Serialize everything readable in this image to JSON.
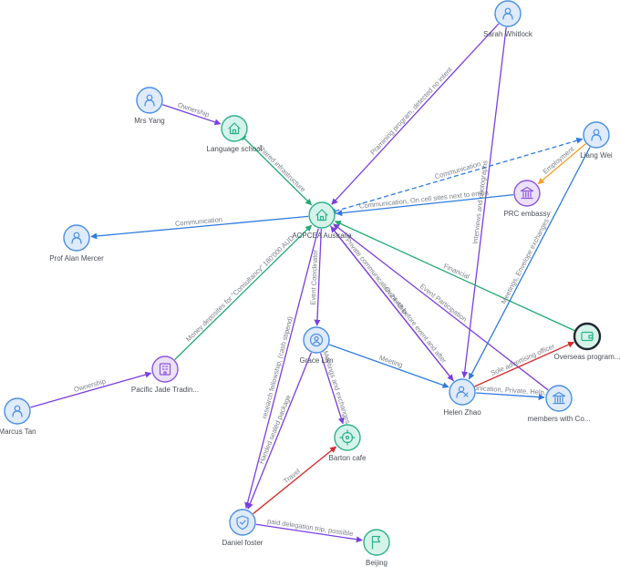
{
  "colors": {
    "person_stroke": "#4a90e2",
    "person_fill": "#dfeafb",
    "org_stroke": "#2bb38a",
    "org_fill": "#d6f3ea",
    "inst_stroke": "#8b56dc",
    "inst_fill": "#ece1fb",
    "edge_blue": "#2e7be0",
    "edge_purple": "#7a3fe0",
    "edge_green": "#1faa72",
    "edge_orange": "#f2a12a",
    "edge_red": "#d42a2a",
    "label": "#4a4f57",
    "edge_label": "#7a7f88"
  },
  "nodes": [
    {
      "id": "sarah",
      "label": "Sarah Whitlock",
      "kind": "person",
      "icon": "person-icon"
    },
    {
      "id": "mrsyang",
      "label": "Mrs Yang",
      "kind": "person",
      "icon": "person-icon"
    },
    {
      "id": "langschool",
      "label": "Language school",
      "kind": "org",
      "icon": "home-icon"
    },
    {
      "id": "liangwei",
      "label": "Liang Wei",
      "kind": "person",
      "icon": "person-icon"
    },
    {
      "id": "prc",
      "label": "PRC embassy",
      "kind": "inst",
      "icon": "bank-icon"
    },
    {
      "id": "acpcea",
      "label": "ACPCEA Australia",
      "kind": "org",
      "icon": "home-icon"
    },
    {
      "id": "alan",
      "label": "Prof Alan Mercer",
      "kind": "person",
      "icon": "person-icon"
    },
    {
      "id": "overseas",
      "label": "Overseas program...",
      "kind": "org-dark",
      "icon": "wallet-icon"
    },
    {
      "id": "grace",
      "label": "Grace Lim",
      "kind": "person",
      "icon": "person-badge-icon"
    },
    {
      "id": "pacific",
      "label": "Pacific Jade Tradin...",
      "kind": "inst",
      "icon": "building-icon"
    },
    {
      "id": "helen",
      "label": "Helen Zhao",
      "kind": "person",
      "icon": "person-x-icon"
    },
    {
      "id": "members",
      "label": "members with Co...",
      "kind": "person",
      "icon": "bank-icon"
    },
    {
      "id": "marcus",
      "label": "Marcus Tan",
      "kind": "person",
      "icon": "person-icon"
    },
    {
      "id": "barton",
      "label": "Barton cafe",
      "kind": "org",
      "icon": "target-icon"
    },
    {
      "id": "daniel",
      "label": "Daniel foster",
      "kind": "person",
      "icon": "shield-icon"
    },
    {
      "id": "beijing",
      "label": "Beijing",
      "kind": "org",
      "icon": "flag-icon"
    }
  ],
  "edges": [
    {
      "from": "mrsyang",
      "to": "langschool",
      "label": "Ownership",
      "color": "purple"
    },
    {
      "from": "langschool",
      "to": "acpcea",
      "label": "Shared infrastructure",
      "color": "green",
      "bidir": true
    },
    {
      "from": "sarah",
      "to": "acpcea",
      "label": "Pramining program, detected no intent",
      "color": "purple"
    },
    {
      "from": "sarah",
      "to": "helen",
      "label": "Interviews and photographs",
      "color": "purple"
    },
    {
      "from": "liangwei",
      "to": "prc",
      "label": "Employment",
      "color": "orange"
    },
    {
      "from": "acpcea",
      "to": "liangwei",
      "label": "Communication",
      "color": "blue",
      "dashed": true,
      "bidir": true
    },
    {
      "from": "prc",
      "to": "acpcea",
      "label": "Communication, On cell sites next to emba",
      "color": "blue"
    },
    {
      "from": "acpcea",
      "to": "alan",
      "label": "Communication",
      "color": "blue"
    },
    {
      "from": "overseas",
      "to": "acpcea",
      "label": "Financial",
      "color": "green"
    },
    {
      "from": "members",
      "to": "acpcea",
      "label": "Event Participation",
      "color": "purple"
    },
    {
      "from": "helen",
      "to": "acpcea",
      "label": "Private communication 24-48 before event and after",
      "color": "purple"
    },
    {
      "from": "acpcea",
      "to": "helen",
      "label": "Ownership",
      "color": "purple"
    },
    {
      "from": "liangwei",
      "to": "helen",
      "label": "Meetings, Envelope exchanges",
      "color": "blue"
    },
    {
      "from": "acpcea",
      "to": "grace",
      "label": "Event Coordinator",
      "color": "purple"
    },
    {
      "from": "pacific",
      "to": "acpcea",
      "label": "Money deposites for \"Consultancy\" 180'000 AUD",
      "color": "green"
    },
    {
      "from": "grace",
      "to": "helen",
      "label": "Meeting",
      "color": "blue"
    },
    {
      "from": "helen",
      "to": "overseas",
      "label": "Sole advertising officer",
      "color": "red"
    },
    {
      "from": "helen",
      "to": "members",
      "label": "Communication, Private, Help, Family",
      "color": "blue"
    },
    {
      "from": "marcus",
      "to": "pacific",
      "label": "Ownership",
      "color": "purple"
    },
    {
      "from": "grace",
      "to": "barton",
      "label": "Meetings and exchanges",
      "color": "purple"
    },
    {
      "from": "acpcea",
      "to": "daniel",
      "label": "research fellowship, (cash stipend)",
      "color": "purple"
    },
    {
      "from": "grace",
      "to": "daniel",
      "label": "Handed sealed package",
      "color": "purple"
    },
    {
      "from": "daniel",
      "to": "barton",
      "label": "Travel",
      "color": "red"
    },
    {
      "from": "daniel",
      "to": "beijing",
      "label": "paid delegation trip, possible",
      "color": "purple"
    }
  ]
}
